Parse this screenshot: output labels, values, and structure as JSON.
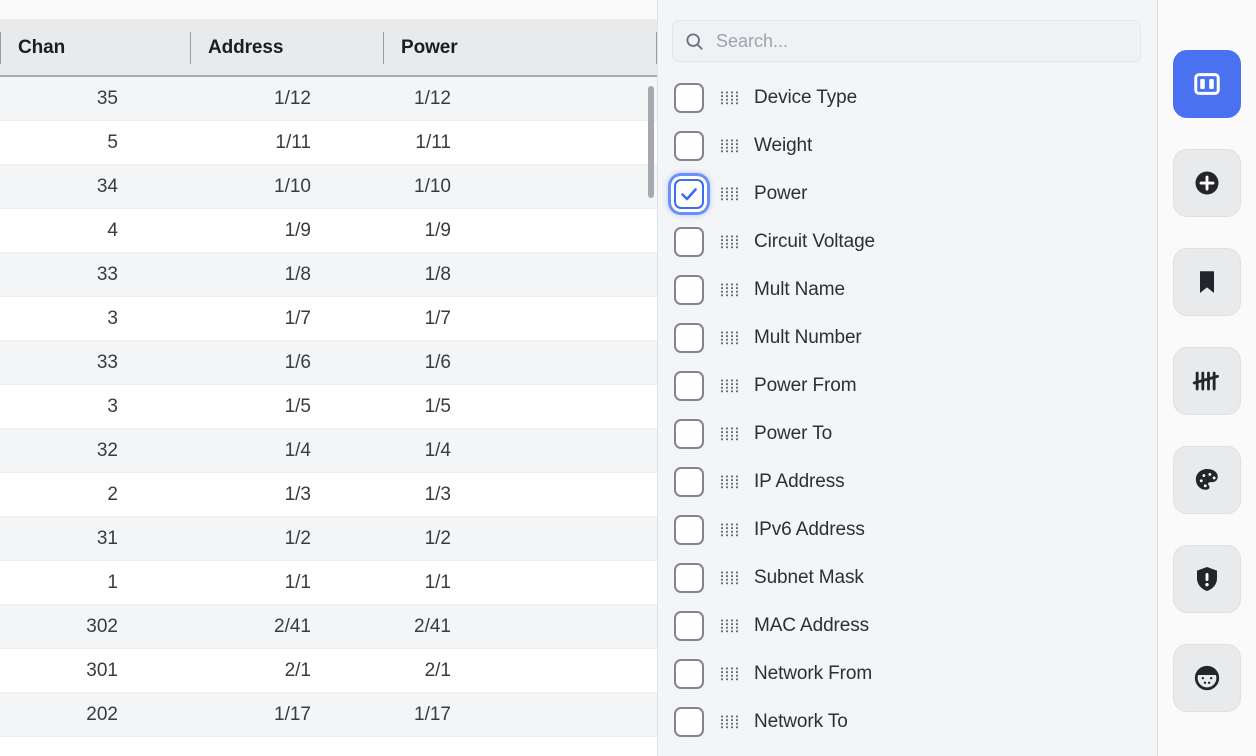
{
  "table": {
    "columns": [
      {
        "key": "chan",
        "label": "Chan"
      },
      {
        "key": "address",
        "label": "Address"
      },
      {
        "key": "power",
        "label": "Power"
      }
    ],
    "rows": [
      {
        "chan": "35",
        "address": "1/12",
        "power": "1/12"
      },
      {
        "chan": "5",
        "address": "1/11",
        "power": "1/11"
      },
      {
        "chan": "34",
        "address": "1/10",
        "power": "1/10"
      },
      {
        "chan": "4",
        "address": "1/9",
        "power": "1/9"
      },
      {
        "chan": "33",
        "address": "1/8",
        "power": "1/8"
      },
      {
        "chan": "3",
        "address": "1/7",
        "power": "1/7"
      },
      {
        "chan": "33",
        "address": "1/6",
        "power": "1/6"
      },
      {
        "chan": "3",
        "address": "1/5",
        "power": "1/5"
      },
      {
        "chan": "32",
        "address": "1/4",
        "power": "1/4"
      },
      {
        "chan": "2",
        "address": "1/3",
        "power": "1/3"
      },
      {
        "chan": "31",
        "address": "1/2",
        "power": "1/2"
      },
      {
        "chan": "1",
        "address": "1/1",
        "power": "1/1"
      },
      {
        "chan": "302",
        "address": "2/41",
        "power": "2/41"
      },
      {
        "chan": "301",
        "address": "2/1",
        "power": "2/1"
      },
      {
        "chan": "202",
        "address": "1/17",
        "power": "1/17"
      }
    ]
  },
  "column_picker": {
    "search": {
      "value": "",
      "placeholder": "Search...",
      "icon": "search-icon"
    },
    "items": [
      {
        "label": "Device Type",
        "checked": false
      },
      {
        "label": "Weight",
        "checked": false
      },
      {
        "label": "Power",
        "checked": true
      },
      {
        "label": "Circuit Voltage",
        "checked": false
      },
      {
        "label": "Mult Name",
        "checked": false
      },
      {
        "label": "Mult Number",
        "checked": false
      },
      {
        "label": "Power From",
        "checked": false
      },
      {
        "label": "Power To",
        "checked": false
      },
      {
        "label": "IP Address",
        "checked": false
      },
      {
        "label": "IPv6 Address",
        "checked": false
      },
      {
        "label": "Subnet Mask",
        "checked": false
      },
      {
        "label": "MAC Address",
        "checked": false
      },
      {
        "label": "Network From",
        "checked": false
      },
      {
        "label": "Network To",
        "checked": false
      }
    ],
    "drag_handle_icon": "drag-handle-icon"
  },
  "rail": {
    "buttons": [
      {
        "icon": "columns-icon",
        "name": "columns",
        "active": true
      },
      {
        "icon": "plus-circle-icon",
        "name": "add",
        "active": false
      },
      {
        "icon": "bookmark-icon",
        "name": "bookmark",
        "active": false
      },
      {
        "icon": "tally-icon",
        "name": "tally",
        "active": false
      },
      {
        "icon": "palette-icon",
        "name": "palette",
        "active": false
      },
      {
        "icon": "shield-alert-icon",
        "name": "shield",
        "active": false
      },
      {
        "icon": "face-icon",
        "name": "profile",
        "active": false
      }
    ]
  },
  "colors": {
    "accent": "#4a72f0",
    "checkbox_checked": "#3b6df5",
    "header_bg": "#e9eaec",
    "row_alt_bg": "#f4f5f7",
    "panel_bg": "#f4f5f7"
  }
}
